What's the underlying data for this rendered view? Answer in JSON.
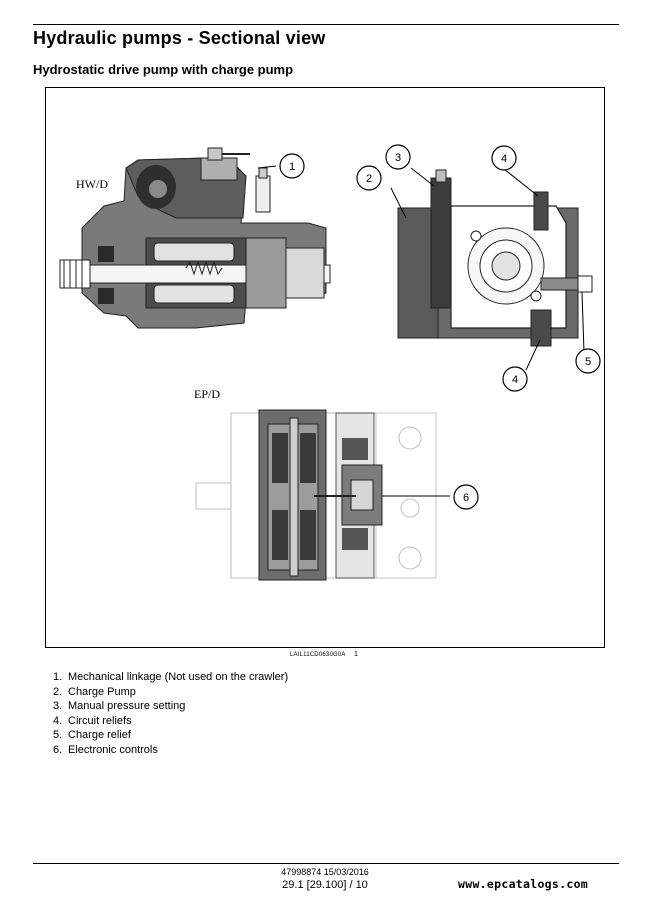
{
  "page": {
    "title": "Hydraulic pumps - Sectional view",
    "subtitle": "Hydrostatic drive pump with charge pump"
  },
  "figure": {
    "view_label_top": "HW/D",
    "view_label_bottom": "EP/D",
    "callouts": [
      "1",
      "2",
      "3",
      "4",
      "4",
      "5",
      "6"
    ],
    "figure_code": "LAIL11CD0630G0A",
    "figure_number": "1"
  },
  "legend": {
    "items": [
      {
        "num": "1.",
        "text": "Mechanical linkage (Not used on the crawler)"
      },
      {
        "num": "2.",
        "text": "Charge Pump"
      },
      {
        "num": "3.",
        "text": "Manual pressure setting"
      },
      {
        "num": "4.",
        "text": "Circuit reliefs"
      },
      {
        "num": "5.",
        "text": "Charge relief"
      },
      {
        "num": "6.",
        "text": "Electronic controls"
      }
    ]
  },
  "footer": {
    "doc_ref": "47998874 15/03/2016",
    "page_ref": "29.1 [29.100] / 10",
    "watermark": "www.epcatalogs.com"
  }
}
